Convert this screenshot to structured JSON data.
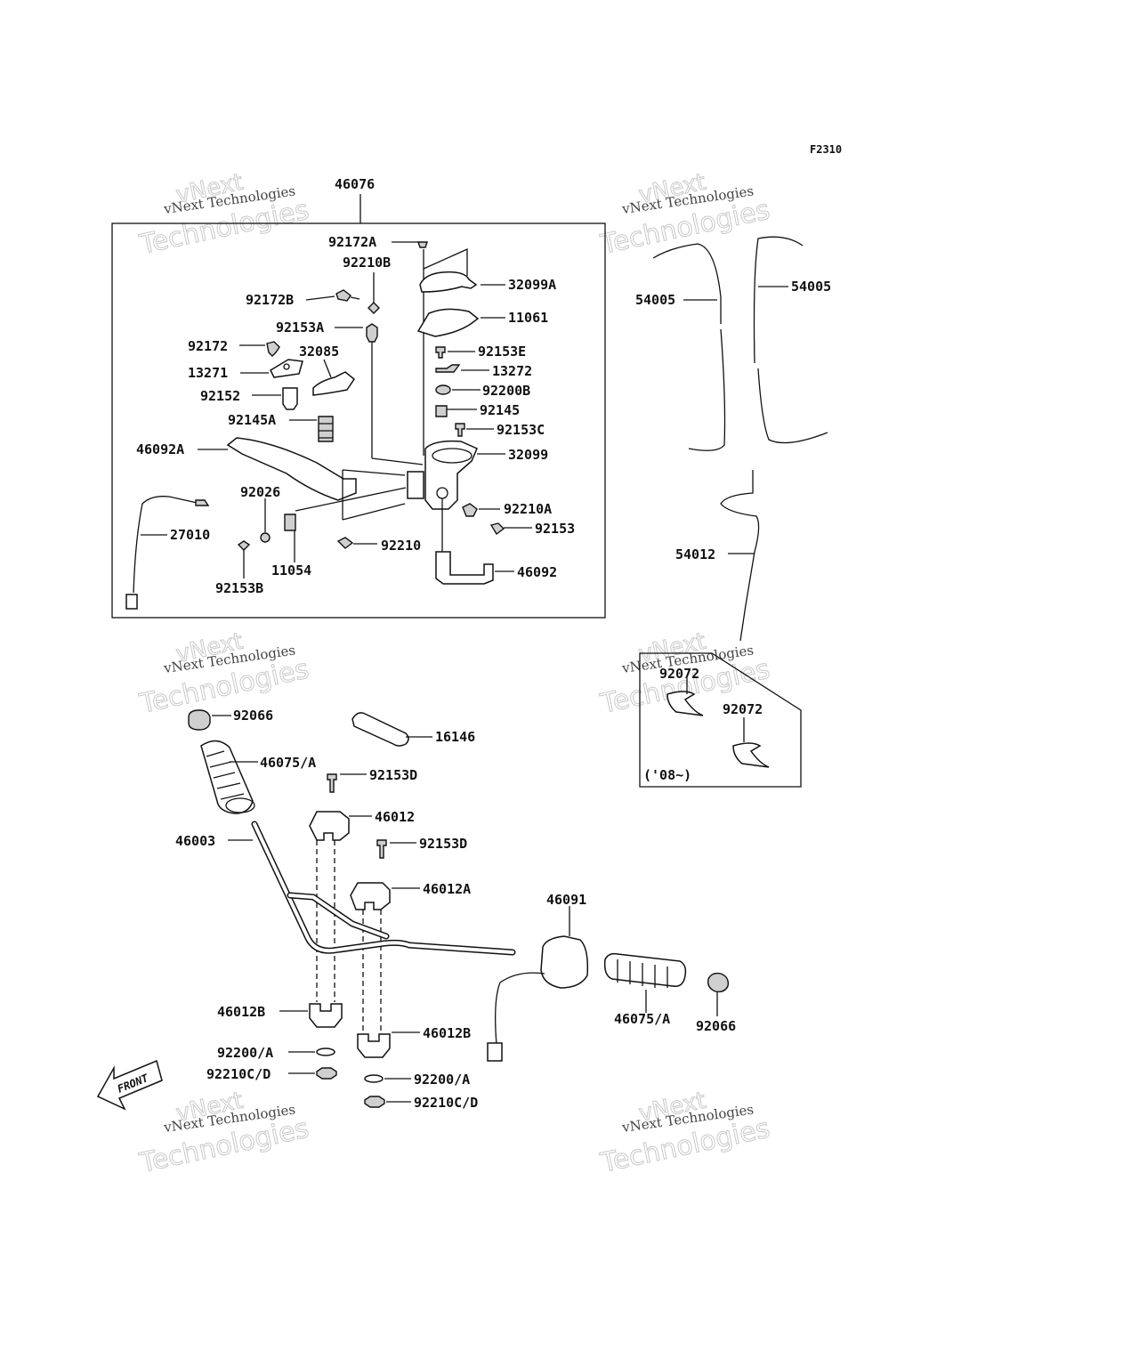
{
  "figure_code": "F2310",
  "watermark": {
    "line1": "vNext Technologies",
    "line2": "vNext",
    "line3": "Technologies"
  },
  "inset_note": "('08~)",
  "front_marker": "FRONT",
  "labels": {
    "p46076": "46076",
    "p92172A": "92172A",
    "p92210B": "92210B",
    "p32099A": "32099A",
    "p92172B": "92172B",
    "p11061": "11061",
    "p92153A": "92153A",
    "p92153E": "92153E",
    "p92172": "92172",
    "p32085": "32085",
    "p13272": "13272",
    "p13271": "13271",
    "p92200B": "92200B",
    "p92152": "92152",
    "p92145": "92145",
    "p92145A": "92145A",
    "p92153C": "92153C",
    "p46092A": "46092A",
    "p32099": "32099",
    "p92026": "92026",
    "p92210A": "92210A",
    "p27010": "27010",
    "p92153": "92153",
    "p92210": "92210",
    "p11054": "11054",
    "p46092": "46092",
    "p92153B": "92153B",
    "p54005L": "54005",
    "p54005R": "54005",
    "p54012": "54012",
    "p92072a": "92072",
    "p92072b": "92072",
    "p92066L": "92066",
    "p16146": "16146",
    "p46075L": "46075/A",
    "p92153D1": "92153D",
    "p46012": "46012",
    "p46003": "46003",
    "p92153D2": "92153D",
    "p46012A": "46012A",
    "p46091": "46091",
    "p46012B1": "46012B",
    "p46012B2": "46012B",
    "p46075R": "46075/A",
    "p92066R": "92066",
    "p92200A1": "92200/A",
    "p92210CD1": "92210C/D",
    "p92200A2": "92200/A",
    "p92210CD2": "92210C/D"
  }
}
